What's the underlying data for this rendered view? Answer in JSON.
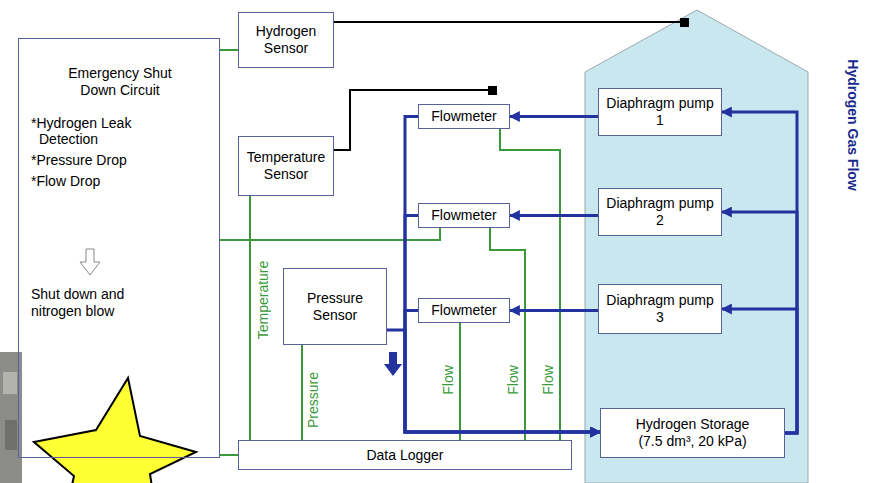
{
  "diagram": {
    "nodes": [
      {
        "text": [
          "Emergency Shut Down Circuit",
          "*Hydrogen Leak Detection",
          "*Pressure Drop",
          "*Flow Drop",
          "Shut down and nitrogen blow"
        ]
      },
      {
        "text": [
          "Hydrogen Sensor"
        ]
      },
      {
        "text": [
          "Temperature Sensor"
        ]
      },
      {
        "text": [
          "Pressure Sensor"
        ]
      },
      {
        "text": [
          "Flowmeter"
        ]
      },
      {
        "text": [
          "Flowmeter"
        ]
      },
      {
        "text": [
          "Flowmeter"
        ]
      },
      {
        "text": [
          "Diaphragm pump 1"
        ]
      },
      {
        "text": [
          "Diaphragm pump 2"
        ]
      },
      {
        "text": [
          "Diaphragm pump 3"
        ]
      },
      {
        "text": [
          "Hydrogen Storage (7.5 dm³, 20 kPa)"
        ]
      },
      {
        "text": [
          "Data Logger"
        ]
      }
    ],
    "edges": [
      {
        "from": 0,
        "to": 1,
        "arrow": "none"
      },
      {
        "from": 0,
        "to": 5,
        "arrow": "none"
      },
      {
        "from": 0,
        "to": 11,
        "arrow": "none"
      },
      {
        "from": 2,
        "to": 11,
        "arrow": "none"
      },
      {
        "from": 3,
        "to": 11,
        "arrow": "none"
      },
      {
        "from": 4,
        "to": 11,
        "arrow": "none"
      },
      {
        "from": 5,
        "to": 11,
        "arrow": "none"
      },
      {
        "from": 6,
        "to": 11,
        "arrow": "none"
      },
      {
        "from": 10,
        "to": 7,
        "arrow": "to"
      },
      {
        "from": 10,
        "to": 8,
        "arrow": "to"
      },
      {
        "from": 10,
        "to": 9,
        "arrow": "to"
      },
      {
        "from": 7,
        "to": 4,
        "arrow": "to"
      },
      {
        "from": 8,
        "to": 5,
        "arrow": "to"
      },
      {
        "from": 9,
        "to": 6,
        "arrow": "to"
      },
      {
        "from": 4,
        "to": 10,
        "arrow": "to"
      },
      {
        "from": 5,
        "to": 10,
        "arrow": "to"
      },
      {
        "from": 6,
        "to": 10,
        "arrow": "to"
      },
      {
        "from": 3,
        "to": 10,
        "arrow": "to"
      }
    ],
    "labels": [
      "Hydrogen Gas Flow",
      "Temperature",
      "Pressure",
      "Flow",
      "Flow",
      "Flow"
    ]
  }
}
